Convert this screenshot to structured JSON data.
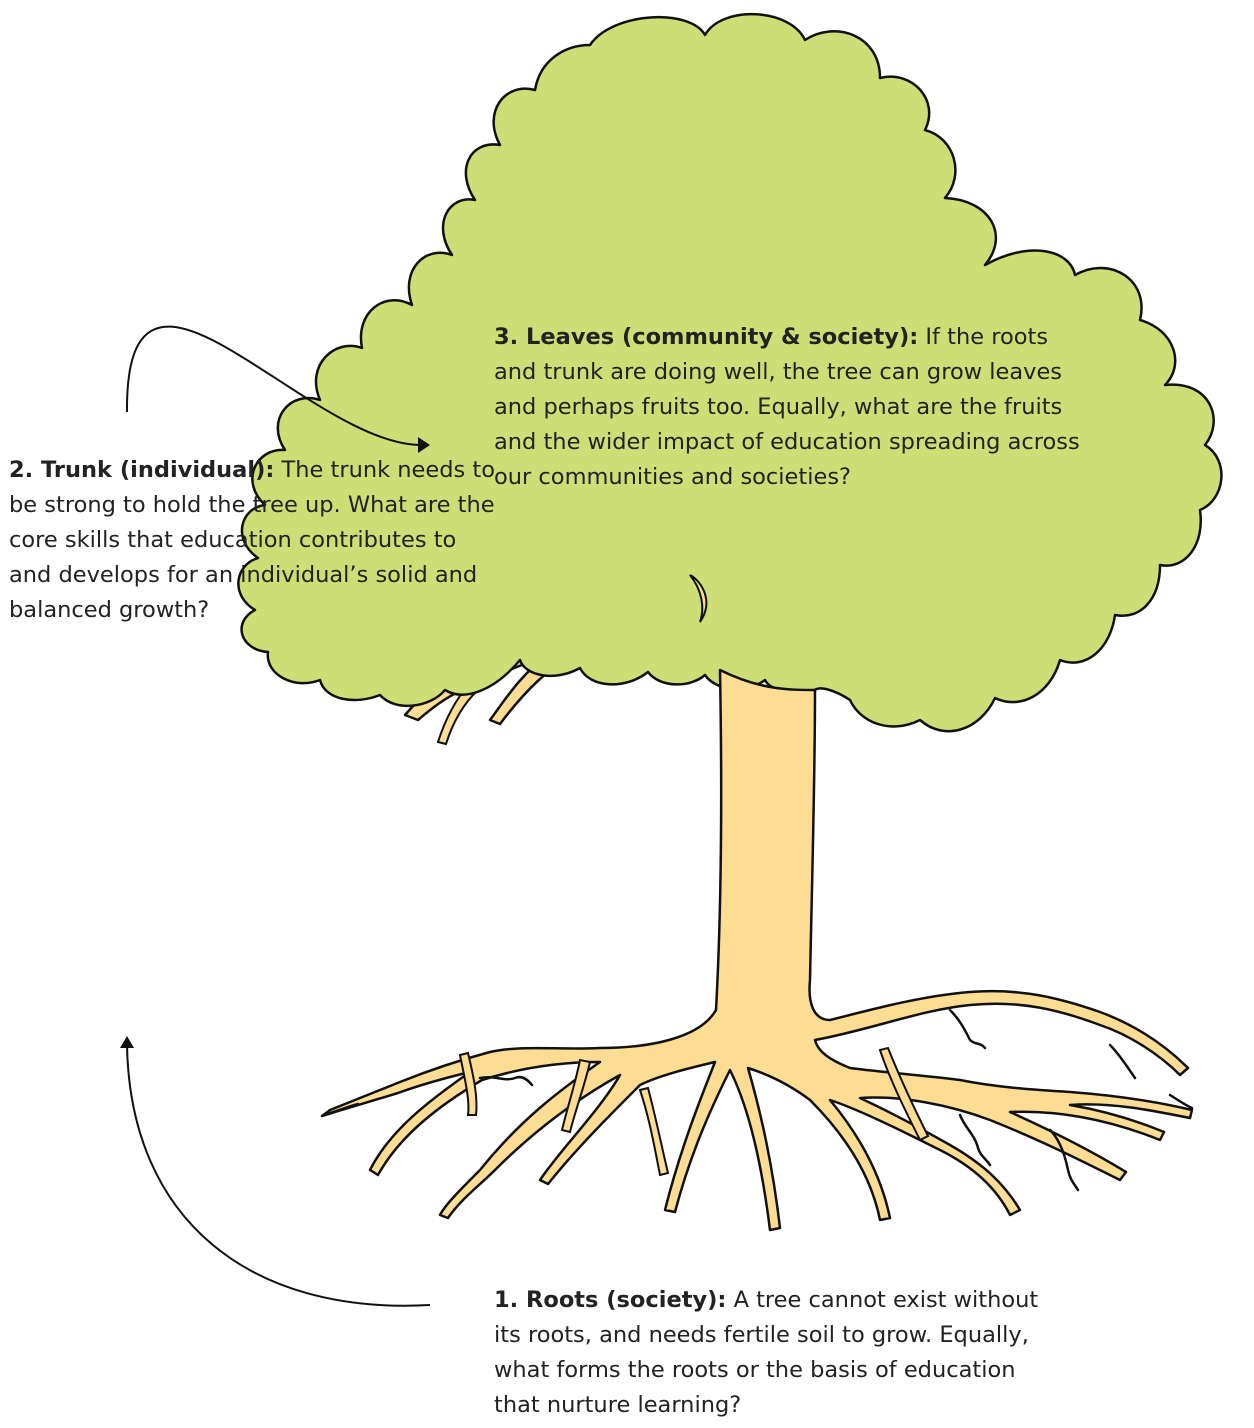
{
  "colors": {
    "canopy": "#cede76",
    "trunk": "#fddc94",
    "outline": "#111111",
    "text": "#222222",
    "background": "#ffffff"
  },
  "sections": {
    "leaves": {
      "heading": "3. Leaves (community & society):",
      "body": "If the roots and trunk are doing well, the tree can grow leaves and perhaps fruits too. Equally, what are the fruits and the wider impact of education spreading across our communities and societies?"
    },
    "trunk": {
      "heading": "2. Trunk (individual):",
      "body": "The trunk needs to be strong to hold the tree up. What are the core skills that education contributes to and develops for an individual’s solid and balanced growth?"
    },
    "roots": {
      "heading": "1. Roots (society):",
      "body": "A tree cannot exist without its roots, and needs fertile soil to grow. Equally, what forms the roots or the basis of education that nurture learning?"
    }
  },
  "arrows": [
    "arrow-up-icon",
    "arrow-right-icon"
  ]
}
